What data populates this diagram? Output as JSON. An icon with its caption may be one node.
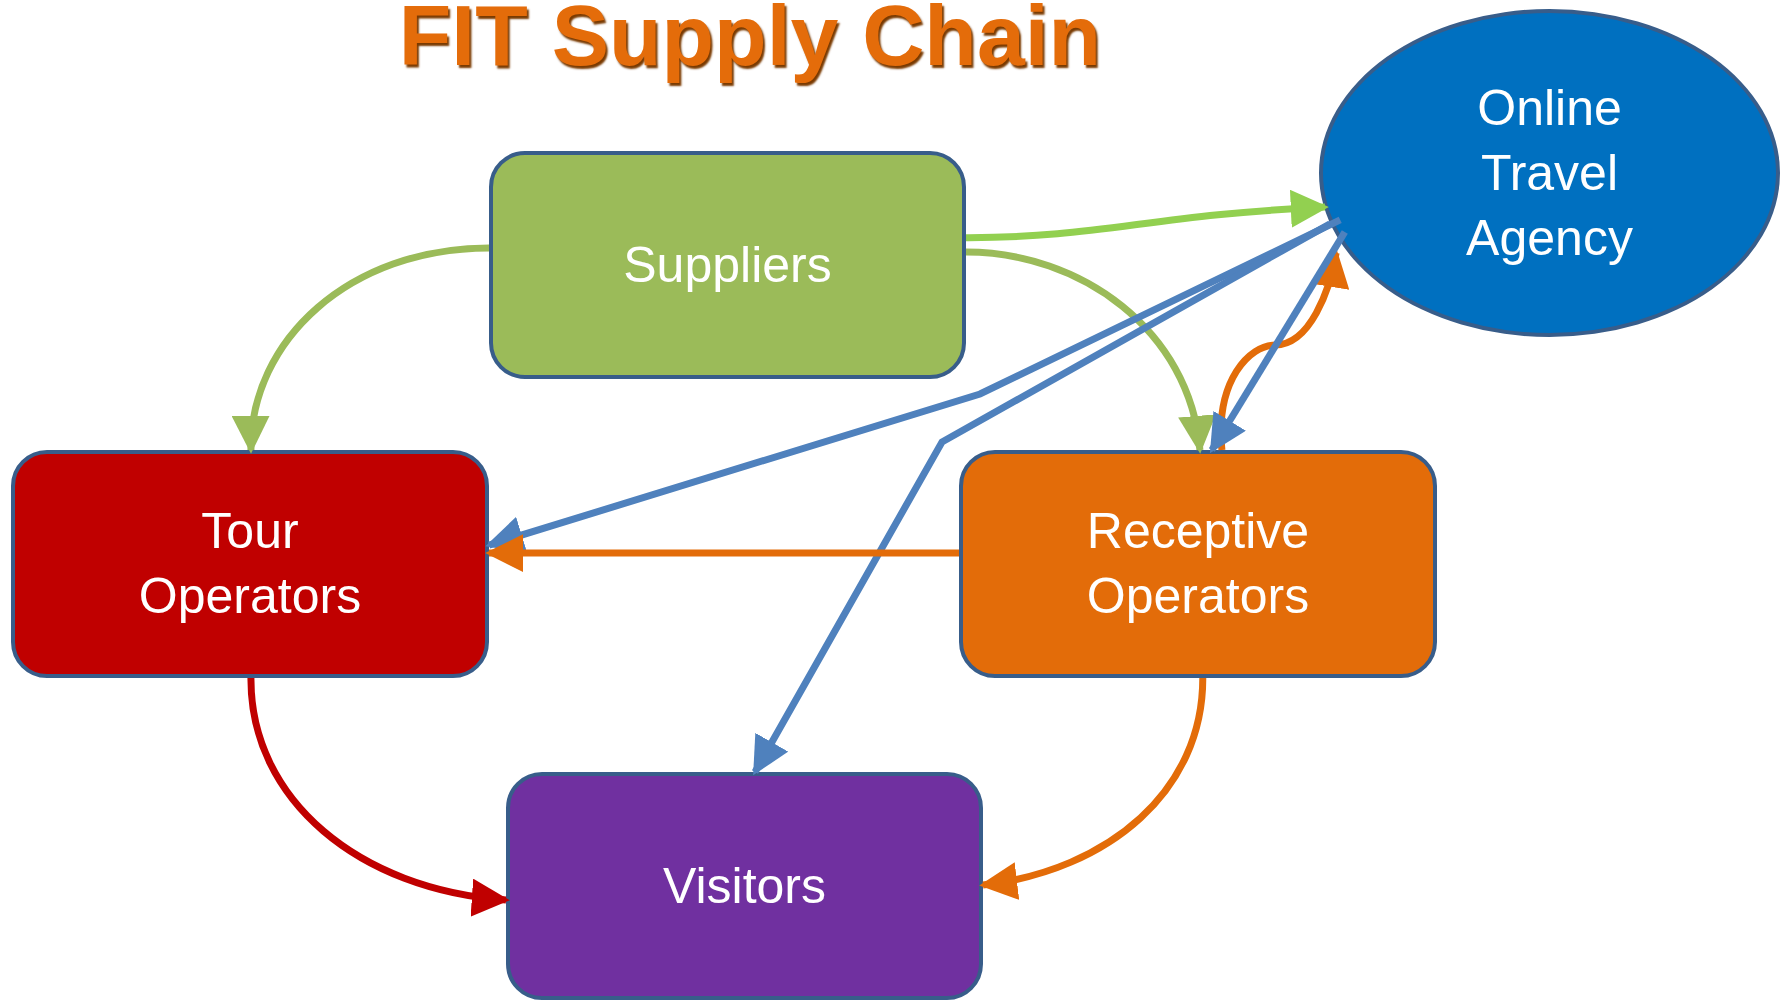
{
  "diagram": {
    "title": "FIT Supply Chain",
    "nodes": [
      {
        "text": [
          "Suppliers"
        ]
      },
      {
        "text": [
          "Online Travel Agency"
        ]
      },
      {
        "text": [
          "Tour Operators"
        ]
      },
      {
        "text": [
          "Receptive Operators"
        ]
      },
      {
        "text": [
          "Visitors"
        ]
      }
    ],
    "edges": [
      {
        "from": 0,
        "to": 2,
        "arrow": "to",
        "color": "#9bbb59"
      },
      {
        "from": 0,
        "to": 1,
        "arrow": "to",
        "color": "#92d050"
      },
      {
        "from": 0,
        "to": 3,
        "arrow": "to",
        "color": "#9bbb59"
      },
      {
        "from": 1,
        "to": 2,
        "arrow": "to",
        "color": "#4f81bd"
      },
      {
        "from": 1,
        "to": 4,
        "arrow": "to",
        "color": "#4f81bd"
      },
      {
        "from": 3,
        "to": 1,
        "arrow": "to",
        "color": "#e36c09"
      },
      {
        "from": 1,
        "to": 3,
        "arrow": "to",
        "color": "#4f81bd"
      },
      {
        "from": 3,
        "to": 2,
        "arrow": "to",
        "color": "#e36c09"
      },
      {
        "from": 2,
        "to": 4,
        "arrow": "to",
        "color": "#c00000"
      },
      {
        "from": 3,
        "to": 4,
        "arrow": "to",
        "color": "#e36c09"
      }
    ]
  }
}
